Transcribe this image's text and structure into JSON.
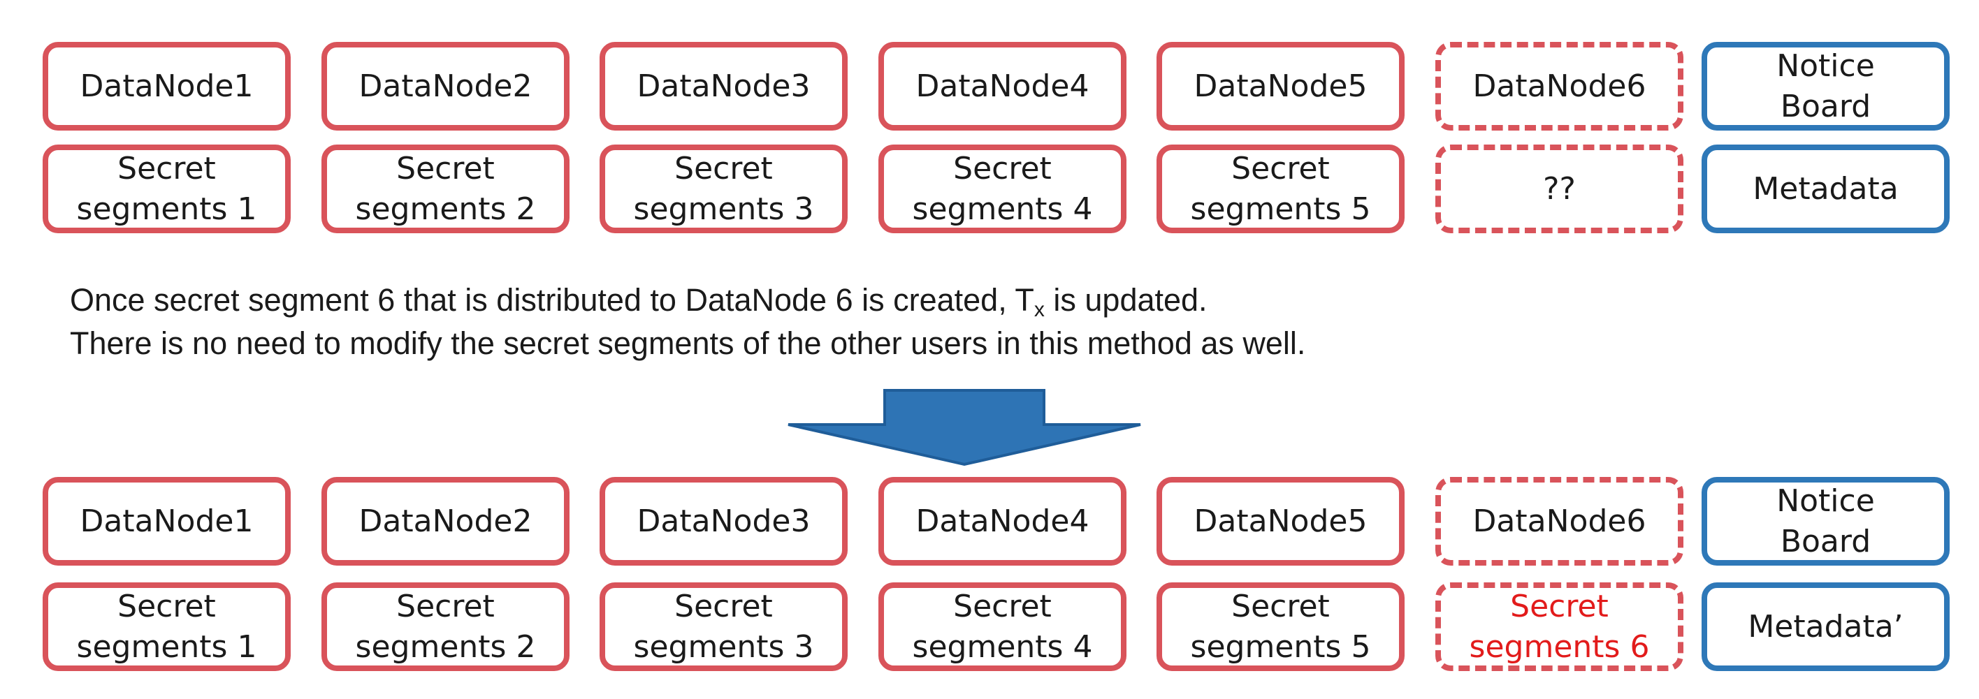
{
  "top_section": {
    "nodes": [
      "DataNode1",
      "DataNode2",
      "DataNode3",
      "DataNode4",
      "DataNode5",
      "DataNode6"
    ],
    "segments": [
      "Secret\nsegments 1",
      "Secret\nsegments 2",
      "Secret\nsegments 3",
      "Secret\nsegments 4",
      "Secret\nsegments 5",
      "??"
    ],
    "notice_board": "Notice\nBoard",
    "metadata": "Metadata"
  },
  "description": {
    "line1_before": "Once secret segment 6 that is distributed to DataNode  6 is created, T",
    "line1_sub": "x",
    "line1_after": " is updated.",
    "line2": "There is no need to modify the secret segments of the other users in this method as well."
  },
  "bottom_section": {
    "nodes": [
      "DataNode1",
      "DataNode2",
      "DataNode3",
      "DataNode4",
      "DataNode5",
      "DataNode6"
    ],
    "segments": [
      "Secret\nsegments 1",
      "Secret\nsegments 2",
      "Secret\nsegments 3",
      "Secret\nsegments 4",
      "Secret\nsegments 5",
      "Secret\nsegments 6"
    ],
    "notice_board": "Notice\nBoard",
    "metadata": "Metadata’"
  },
  "colors": {
    "node_border": "#d9535a",
    "board_border": "#2e78b8",
    "arrow_fill": "#2e74b5",
    "new_segment_text": "#e21b1b"
  }
}
